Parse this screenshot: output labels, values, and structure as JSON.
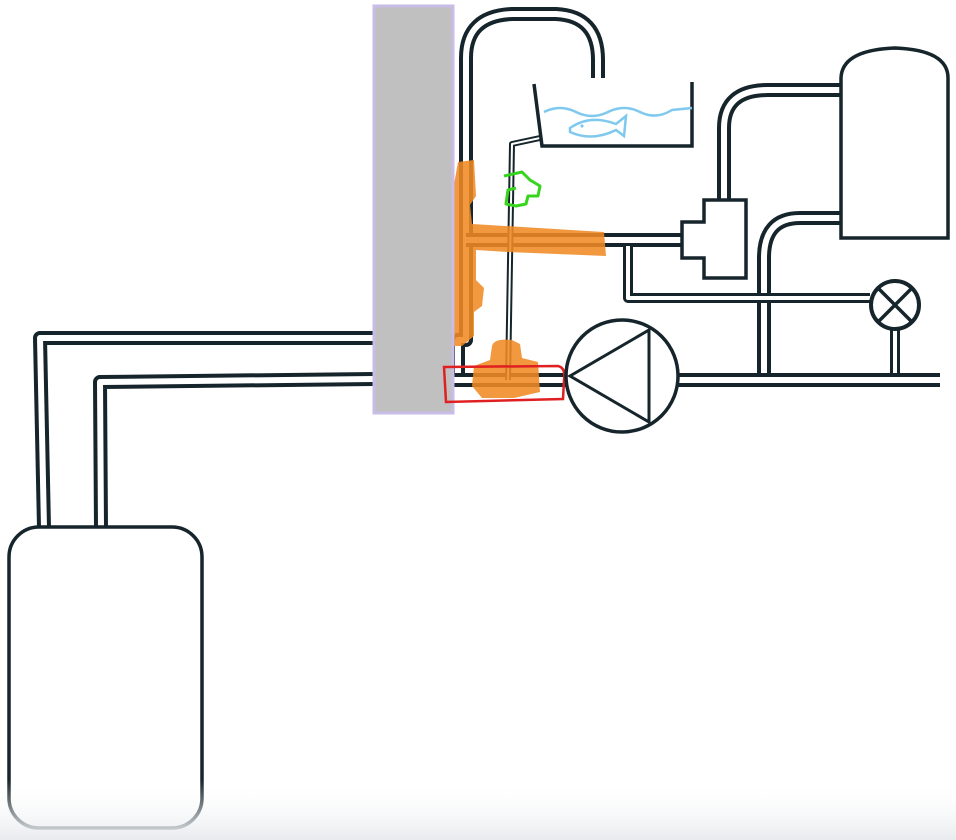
{
  "diagram": {
    "kind": "plumbing-schematic",
    "colors": {
      "background": "#ffffff",
      "pipe": "#15252b",
      "wall_fill": "#c0c0c0",
      "wall_border": "#c9bce6",
      "highlight_orange": "#f08a24",
      "highlight_red": "#e02020",
      "annotation_green": "#37d41e",
      "water_blue": "#7fc8ee"
    },
    "components": [
      {
        "id": "wall-section",
        "icon": "wall"
      },
      {
        "id": "storage-tank-left",
        "icon": "rounded-tank"
      },
      {
        "id": "storage-tank-right",
        "icon": "cylinder-tank"
      },
      {
        "id": "pump",
        "icon": "circle-triangle-pump-icon"
      },
      {
        "id": "valve",
        "icon": "tee-valve-icon"
      },
      {
        "id": "lamp-indicator",
        "icon": "circle-x-lamp-icon"
      },
      {
        "id": "fish-tank",
        "icon": "open-tank-with-fish"
      },
      {
        "id": "drip-sketch",
        "icon": "green-hand-sketch"
      },
      {
        "id": "orange-highlight",
        "icon": "marker-highlight"
      },
      {
        "id": "red-highlight",
        "icon": "marker-box"
      }
    ]
  }
}
